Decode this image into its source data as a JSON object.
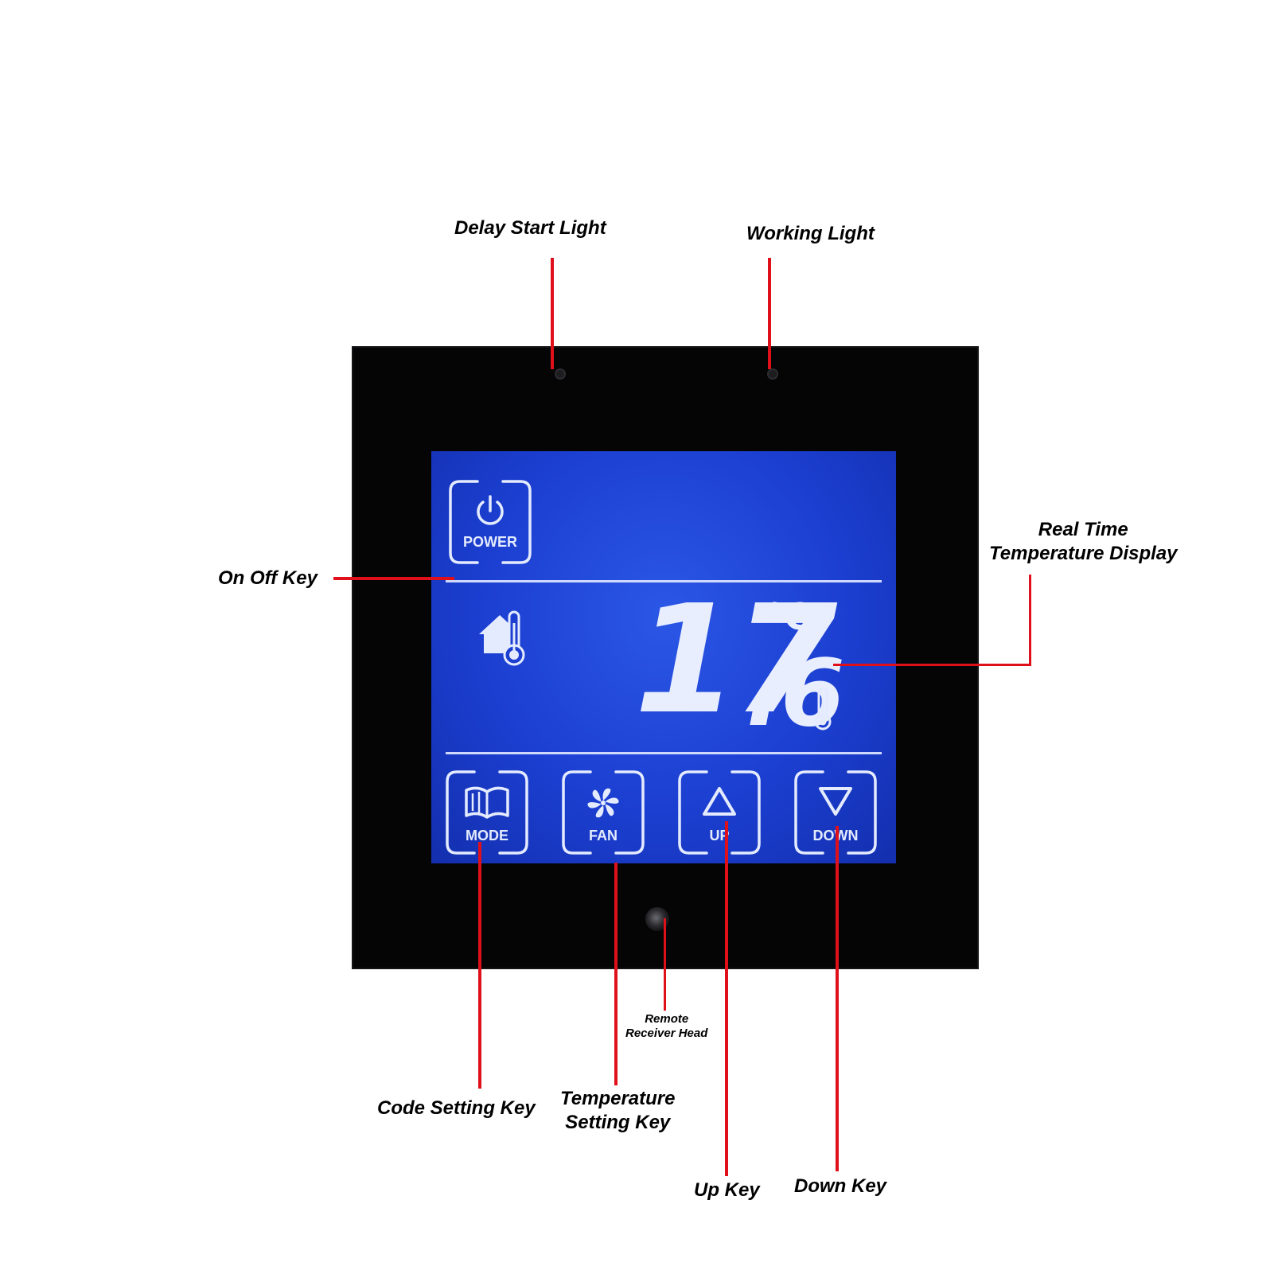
{
  "callouts": {
    "delay_start_light": "Delay Start Light",
    "working_light": "Working Light",
    "on_off_key": "On Off Key",
    "real_time_line1": "Real Time",
    "real_time_line2": "Temperature Display",
    "remote_line1": "Remote",
    "remote_line2": "Receiver Head",
    "code_setting_key": "Code Setting Key",
    "temp_setting_line1": "Temperature",
    "temp_setting_line2": "Setting Key",
    "up_key": "Up Key",
    "down_key": "Down Key"
  },
  "display": {
    "temperature_integer": "17",
    "temperature_decimal": ".6",
    "unit": "°C"
  },
  "keys": {
    "power": "POWER",
    "mode": "MODE",
    "fan": "FAN",
    "up": "UP",
    "down": "DOWN"
  },
  "colors": {
    "leader": "#e0101a",
    "lcd": "#1c3fd1",
    "panel": "#050506"
  },
  "icons": [
    "power-icon",
    "house-thermometer-icon",
    "thermometer-icon",
    "book-icon",
    "fan-icon",
    "up-arrow-icon",
    "down-arrow-icon"
  ]
}
